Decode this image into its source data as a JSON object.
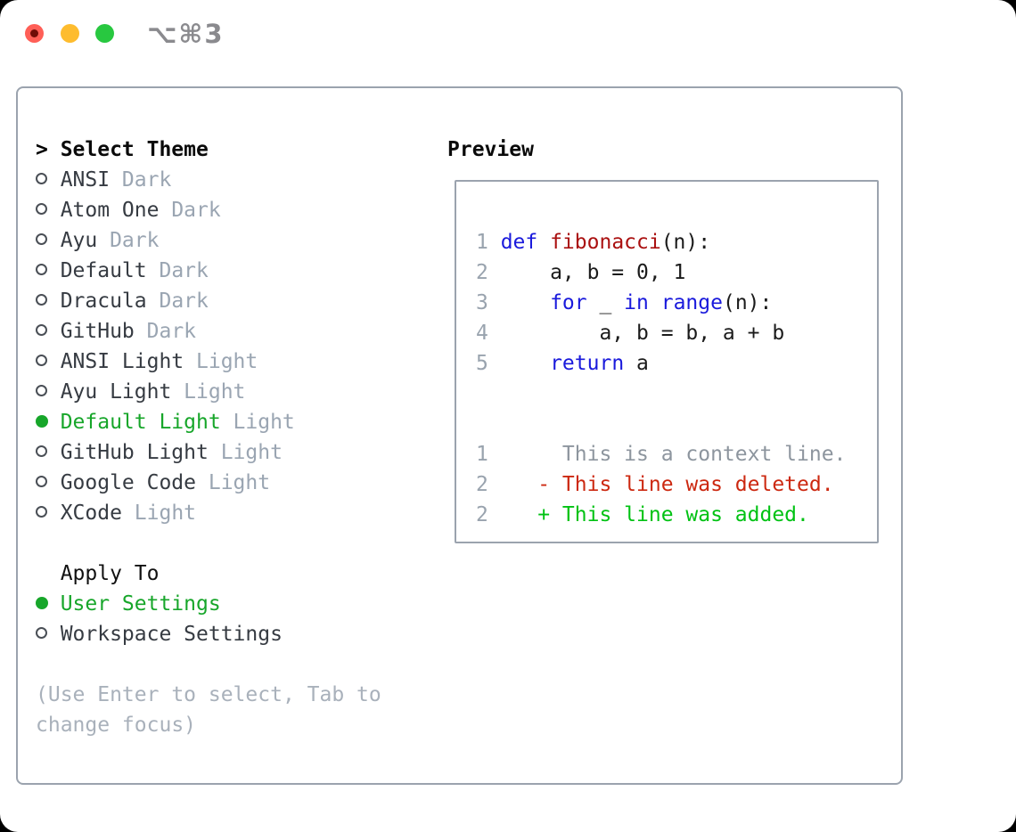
{
  "window": {
    "title": "⌥⌘3"
  },
  "theme_panel": {
    "header": {
      "cursor": ">",
      "label": "Select Theme"
    },
    "themes": [
      {
        "name": "ANSI",
        "variant": "Dark",
        "selected": false
      },
      {
        "name": "Atom One",
        "variant": "Dark",
        "selected": false
      },
      {
        "name": "Ayu",
        "variant": "Dark",
        "selected": false
      },
      {
        "name": "Default",
        "variant": "Dark",
        "selected": false
      },
      {
        "name": "Dracula",
        "variant": "Dark",
        "selected": false
      },
      {
        "name": "GitHub",
        "variant": "Dark",
        "selected": false
      },
      {
        "name": "ANSI Light",
        "variant": "Light",
        "selected": false
      },
      {
        "name": "Ayu Light",
        "variant": "Light",
        "selected": false
      },
      {
        "name": "Default Light",
        "variant": "Light",
        "selected": true
      },
      {
        "name": "GitHub Light",
        "variant": "Light",
        "selected": false
      },
      {
        "name": "Google Code",
        "variant": "Light",
        "selected": false
      },
      {
        "name": "XCode",
        "variant": "Light",
        "selected": false
      }
    ],
    "apply_to": {
      "label": "Apply To",
      "options": [
        {
          "label": "User Settings",
          "selected": true
        },
        {
          "label": "Workspace Settings",
          "selected": false
        }
      ]
    },
    "hint_lines": [
      "(Use Enter to select, Tab to",
      "change focus)"
    ]
  },
  "preview": {
    "label": "Preview",
    "code_lines": [
      {
        "num": "1",
        "tokens": [
          {
            "text": "def ",
            "color": "keyword"
          },
          {
            "text": "fibonacci",
            "color": "function"
          },
          {
            "text": "(n):",
            "color": "plain"
          }
        ]
      },
      {
        "num": "2",
        "tokens": [
          {
            "text": "    a, b = 0, 1",
            "color": "plain"
          }
        ]
      },
      {
        "num": "3",
        "tokens": [
          {
            "text": "    ",
            "color": "plain"
          },
          {
            "text": "for",
            "color": "keyword"
          },
          {
            "text": " _ ",
            "color": "plain"
          },
          {
            "text": "in",
            "color": "keyword"
          },
          {
            "text": " ",
            "color": "plain"
          },
          {
            "text": "range",
            "color": "keyword"
          },
          {
            "text": "(n):",
            "color": "plain"
          }
        ]
      },
      {
        "num": "4",
        "tokens": [
          {
            "text": "        a, b = b, a + b",
            "color": "plain"
          }
        ]
      },
      {
        "num": "5",
        "tokens": [
          {
            "text": "    ",
            "color": "plain"
          },
          {
            "text": "return",
            "color": "keyword"
          },
          {
            "text": " a",
            "color": "plain"
          }
        ]
      }
    ],
    "diff_lines": [
      {
        "num": "1",
        "text": "     This is a context line.",
        "kind": "context"
      },
      {
        "num": "2",
        "text": "   - This line was deleted.",
        "kind": "deleted"
      },
      {
        "num": "2",
        "text": "   + This line was added.",
        "kind": "added"
      }
    ]
  },
  "colors": {
    "accent_green": "#17a62a",
    "added_green": "#00c213",
    "deleted_red": "#cc2810",
    "keyword_blue": "#1a1adc",
    "function_red": "#aa1010",
    "code_plain": "#1b1b1b",
    "muted_gray": "#9aa5b2",
    "line_number_gray": "#99a3ae",
    "context_gray": "#8d959e",
    "panel_border": "#9ba3ae",
    "title_gray": "#8a8a8e",
    "traffic_red": "#ff5f57",
    "traffic_yellow": "#febc2e",
    "traffic_green": "#28c840"
  }
}
